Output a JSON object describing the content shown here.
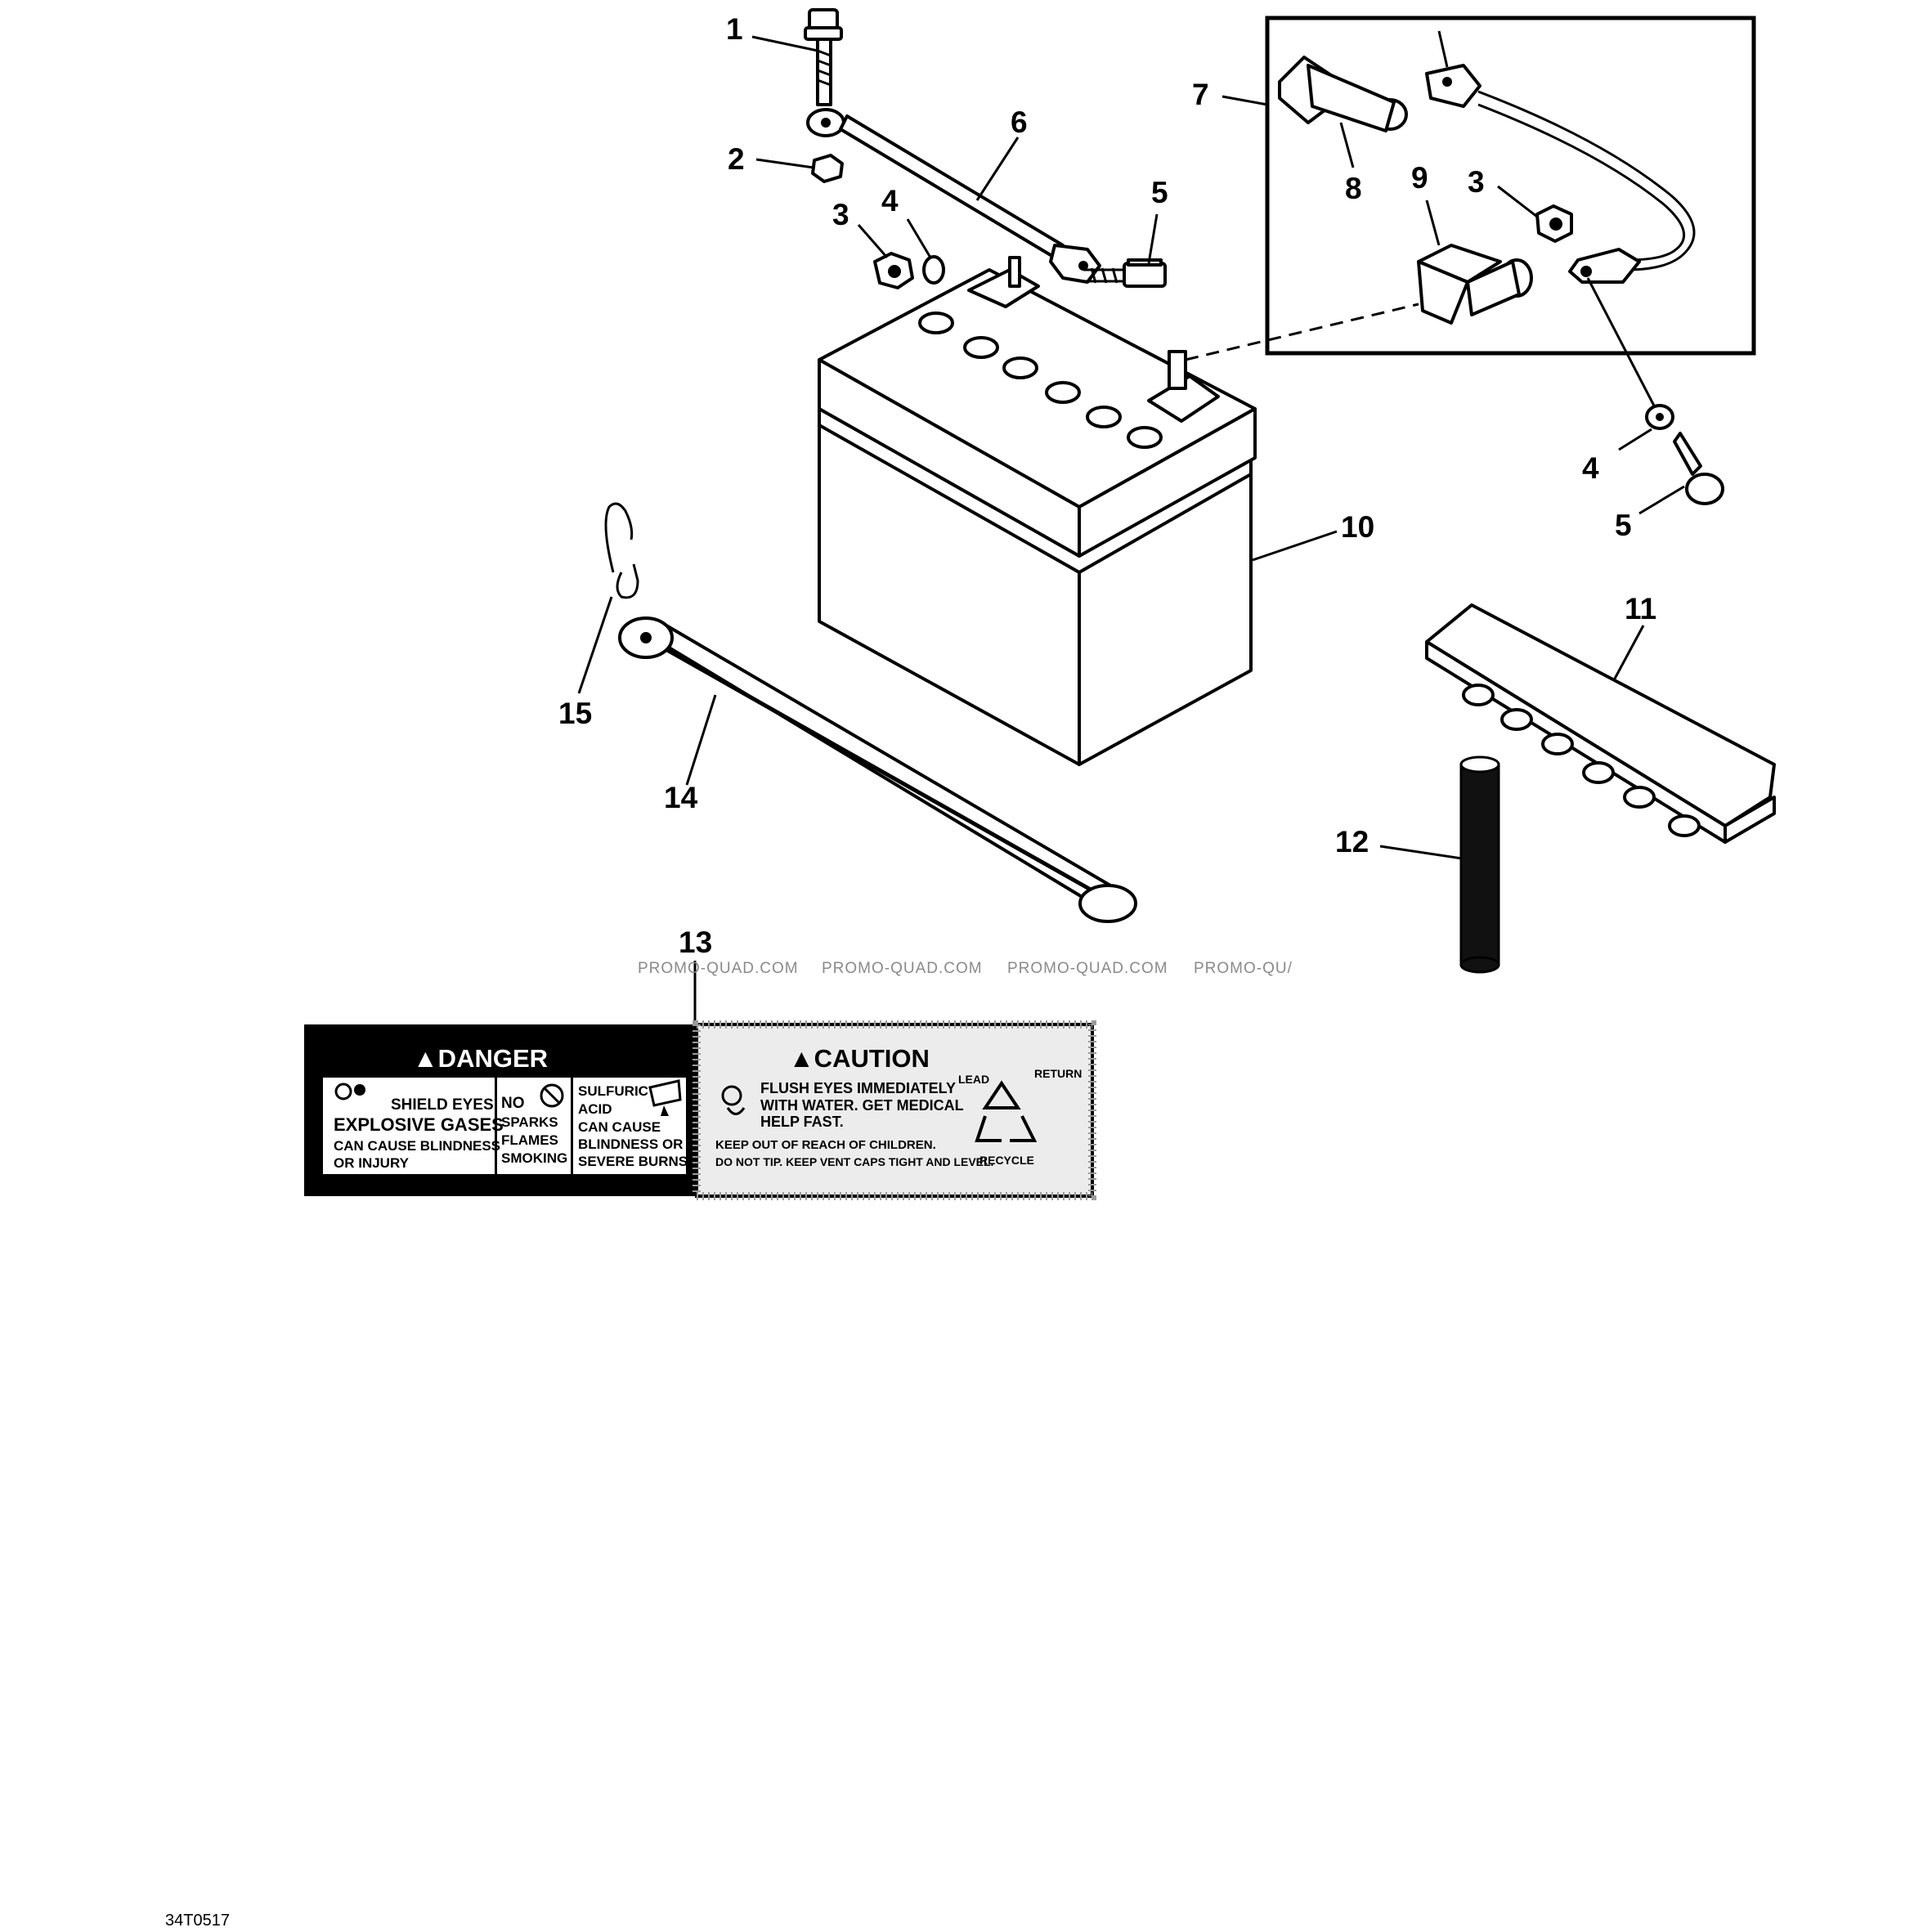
{
  "callouts": {
    "c1": "1",
    "c2": "2",
    "c3a": "3",
    "c4a": "4",
    "c5a": "5",
    "c6": "6",
    "c7": "7",
    "c8": "8",
    "c9": "9",
    "c3b": "3",
    "c4b": "4",
    "c5b": "5",
    "c10": "10",
    "c11": "11",
    "c12": "12",
    "c13": "13",
    "c14": "14",
    "c15": "15"
  },
  "watermark": {
    "w1": "PROMO-QUAD.COM",
    "w2": "PROMO-QUAD.COM",
    "w3": "PROMO-QUAD.COM",
    "w4": "PROMO-QU/"
  },
  "decal": {
    "danger": {
      "heading": "▲DANGER",
      "col1": [
        "SHIELD EYES",
        "EXPLOSIVE GASES",
        "CAN CAUSE BLINDNESS",
        "OR INJURY"
      ],
      "col2": [
        "NO",
        "SPARKS",
        "FLAMES",
        "SMOKING"
      ],
      "col3": [
        "SULFURIC",
        "ACID",
        "CAN CAUSE",
        "BLINDNESS OR",
        "SEVERE BURNS"
      ]
    },
    "caution": {
      "heading": "▲CAUTION",
      "lines": [
        "FLUSH EYES IMMEDIATELY",
        "WITH WATER. GET MEDICAL",
        "HELP FAST.",
        "KEEP OUT OF REACH OF CHILDREN.",
        "DO NOT TIP. KEEP VENT CAPS TIGHT AND LEVEL."
      ],
      "recycle": [
        "LEAD",
        "RETURN",
        "RECYCLE"
      ]
    }
  },
  "figure_code": "34T0517",
  "icons": [
    "recycle-icon",
    "no-smoking-icon",
    "eye-protection-icon",
    "acid-icon",
    "eye-wash-icon",
    "warning-triangle-icon"
  ]
}
